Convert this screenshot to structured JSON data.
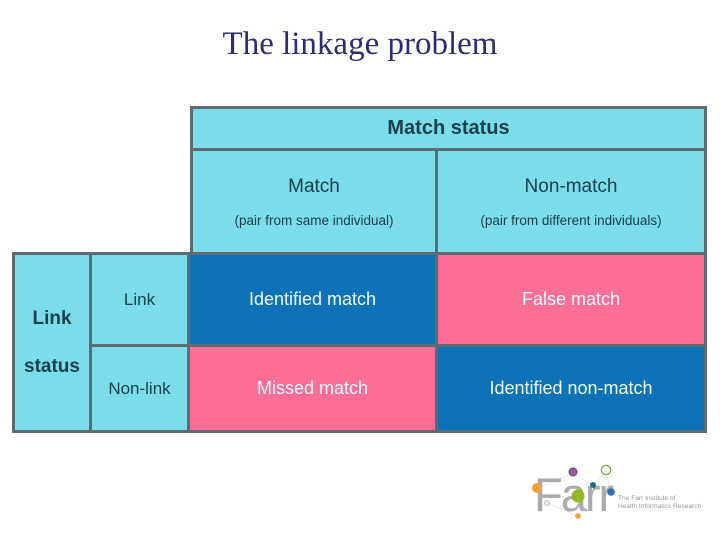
{
  "slide": {
    "title": "The linkage problem"
  },
  "table": {
    "match_status_header": "Match status",
    "columns": [
      {
        "label": "Match",
        "sublabel": "(pair from same individual)"
      },
      {
        "label": "Non-match",
        "sublabel": "(pair from different individuals)"
      }
    ],
    "row_group": {
      "line1": "Link",
      "line2": "status"
    },
    "rows": [
      {
        "label": "Link",
        "cells": [
          {
            "text": "Identified match",
            "color": "blue"
          },
          {
            "text": "False match",
            "color": "pink"
          }
        ]
      },
      {
        "label": "Non-link",
        "cells": [
          {
            "text": "Missed match",
            "color": "pink"
          },
          {
            "text": "Identified non-match",
            "color": "blue"
          }
        ]
      }
    ]
  },
  "logo": {
    "wordmark": "Farr",
    "line1": "The Farr Institute of",
    "line2": "Health Informatics Research"
  },
  "colors": {
    "cyan": "#7cdcea",
    "blue": "#0d72b7",
    "pink": "#fb6e96",
    "border": "#5d6b73",
    "headertext": "#17414f",
    "titletext": "#2d2d73",
    "celltext": "#eefaff",
    "logogray": "#a9abae"
  }
}
